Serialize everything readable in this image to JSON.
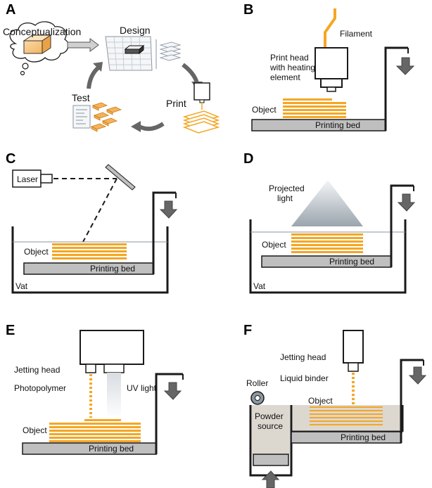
{
  "panels": {
    "A": {
      "letter": "A",
      "labels": {
        "conceptualization": "Conceptualization",
        "design": "Design",
        "print": "Print",
        "test": "Test"
      }
    },
    "B": {
      "letter": "B",
      "labels": {
        "filament": "Filament",
        "head_1": "Print head",
        "head_2": "with heating",
        "head_3": "element",
        "object": "Object",
        "bed": "Printing bed"
      }
    },
    "C": {
      "letter": "C",
      "labels": {
        "laser": "Laser",
        "object": "Object",
        "bed": "Printing bed",
        "vat": "Vat"
      }
    },
    "D": {
      "letter": "D",
      "labels": {
        "light_1": "Projected",
        "light_2": "light",
        "object": "Object",
        "bed": "Printing bed",
        "vat": "Vat"
      }
    },
    "E": {
      "letter": "E",
      "labels": {
        "head": "Jetting head",
        "polymer": "Photopolymer",
        "uv": "UV light",
        "object": "Object",
        "bed": "Printing bed"
      }
    },
    "F": {
      "letter": "F",
      "labels": {
        "head": "Jetting head",
        "binder": "Liquid binder",
        "roller": "Roller",
        "object": "Object",
        "powder_1": "Powder",
        "powder_2": "source",
        "bed": "Printing bed"
      }
    }
  },
  "colors": {
    "layer": "#f5a623",
    "bed": "#bfbfbf",
    "arrow": "#666666",
    "stroke": "#1a1a1a",
    "powder": "#dcd8d0"
  }
}
